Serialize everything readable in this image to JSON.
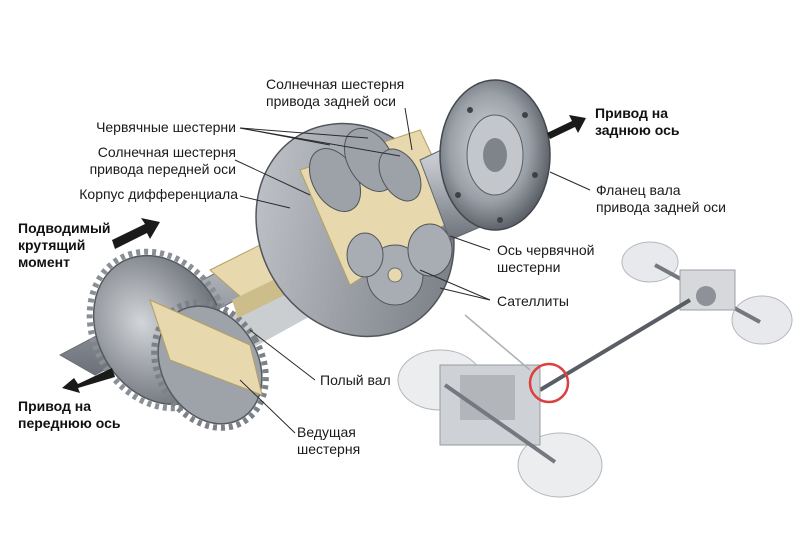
{
  "labels": {
    "sun_gear_rear": "Солнечная шестерня\nпривода задней оси",
    "worm_gears": "Червячные шестерни",
    "sun_gear_front": "Солнечная шестерня\nпривода передней оси",
    "diff_housing": "Корпус дифференциала",
    "input_torque": "Подводимый\nкрутящий\nмомент",
    "rear_drive": "Привод на\nзаднюю ось",
    "rear_flange": "Фланец вала\nпривода задней оси",
    "worm_gear_axle": "Ось червячной\nшестерни",
    "satellites": "Сателлиты",
    "hollow_shaft": "Полый вал",
    "front_drive": "Привод на\nпереднюю ось",
    "drive_gear": "Ведущая\nшестерня"
  },
  "colors": {
    "metal": "#b8bcc2",
    "metal_dark": "#5e636b",
    "cutaway": "#e7d9ad",
    "arrow": "#1a1a1a",
    "highlight_ring": "#d81e1e"
  }
}
